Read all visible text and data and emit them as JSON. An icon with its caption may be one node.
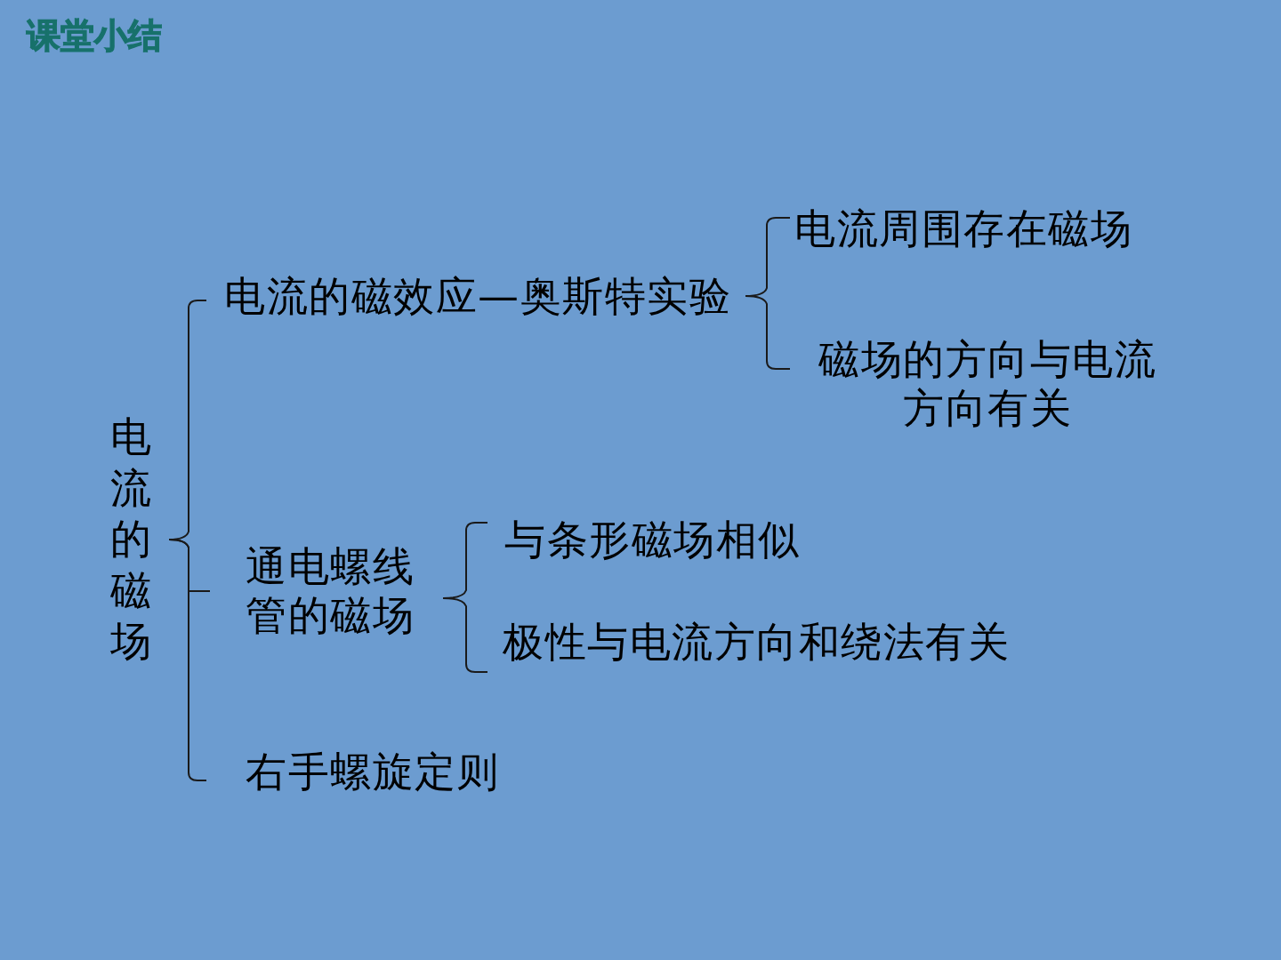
{
  "diagram": {
    "title": "课堂小结",
    "nodes": [
      {
        "text": [
          "电流的磁场"
        ]
      },
      {
        "text": [
          "电流的磁效应—奥斯特实验"
        ]
      },
      {
        "text": [
          "电流周围存在磁场"
        ]
      },
      {
        "text": [
          "磁场的方向与电流方向有关"
        ]
      },
      {
        "text": [
          "通电螺线管的磁场"
        ]
      },
      {
        "text": [
          "与条形磁场相似"
        ]
      },
      {
        "text": [
          "极性与电流方向和绕法有关"
        ]
      },
      {
        "text": [
          "右手螺旋定则"
        ]
      }
    ],
    "edges": [
      {
        "from": 0,
        "to": 1,
        "arrow": "none"
      },
      {
        "from": 0,
        "to": 4,
        "arrow": "none"
      },
      {
        "from": 0,
        "to": 7,
        "arrow": "none"
      },
      {
        "from": 1,
        "to": 2,
        "arrow": "none"
      },
      {
        "from": 1,
        "to": 3,
        "arrow": "none"
      },
      {
        "from": 4,
        "to": 5,
        "arrow": "none"
      },
      {
        "from": 4,
        "to": 6,
        "arrow": "none"
      }
    ]
  }
}
